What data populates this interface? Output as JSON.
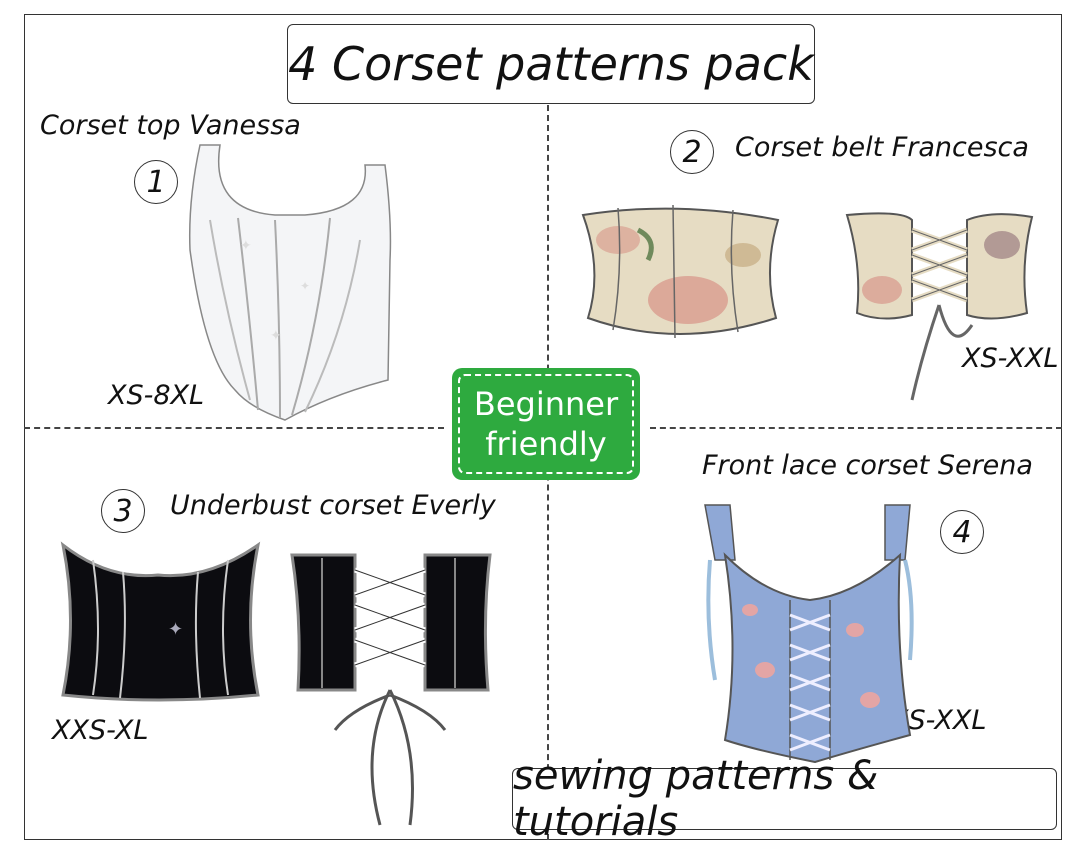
{
  "title": "4 Corset patterns pack",
  "badge": {
    "line1": "Beginner",
    "line2": "friendly"
  },
  "footer": "sewing patterns & tutorials",
  "items": [
    {
      "number": "1",
      "name": "Corset top Vanessa",
      "sizes": "XS-8XL"
    },
    {
      "number": "2",
      "name": "Corset belt Francesca",
      "sizes": "XS-XXL"
    },
    {
      "number": "3",
      "name": "Underbust corset Everly",
      "sizes": "XXS-XL"
    },
    {
      "number": "4",
      "name": "Front lace corset Serena",
      "sizes": "XS-XXL"
    }
  ],
  "colors": {
    "badge_green": "#2eaa3f",
    "floral_beige": "#e6dcc3",
    "floral_rose": "#d9a092",
    "black_fabric": "#0c0c10",
    "blue_floral": "#8fa8d6",
    "white_satin": "#f4f5f7"
  }
}
